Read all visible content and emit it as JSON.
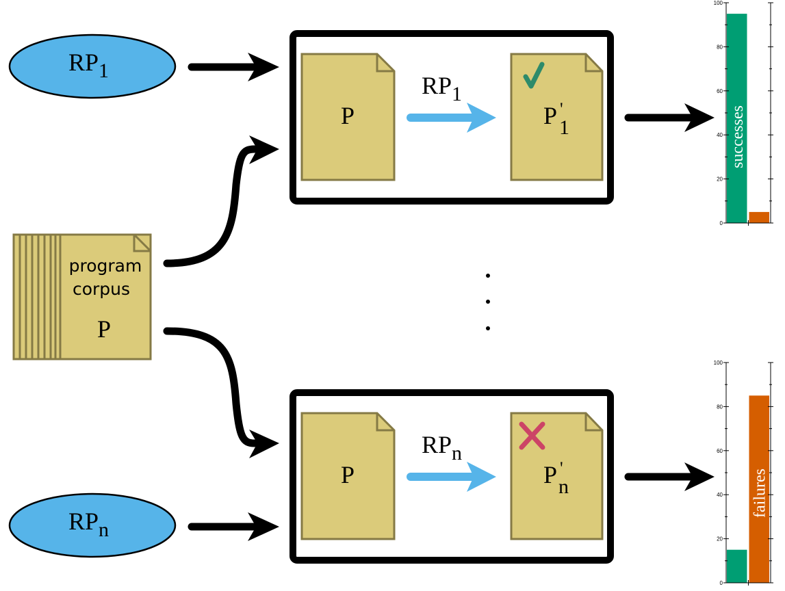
{
  "colors": {
    "ellipse_fill": "#56b4e9",
    "doc_fill": "#dbcb7a",
    "doc_stroke": "#857a45",
    "transform_arrow": "#56b4e9",
    "success": "#009e73",
    "failure": "#d55e00",
    "check": "#2e8b6a",
    "cross": "#cc4466"
  },
  "inputs": {
    "rp_top": {
      "base": "RP",
      "sub": "1"
    },
    "rp_bottom": {
      "base": "RP",
      "sub": "n"
    }
  },
  "corpus": {
    "line1": "program",
    "line2": "corpus",
    "symbol": "P"
  },
  "pipelines": [
    {
      "source_doc": "P",
      "transform": {
        "base": "RP",
        "sub": "1"
      },
      "result_doc": {
        "base": "P",
        "prime": "'",
        "sub": "1"
      },
      "status_icon": "check-icon"
    },
    {
      "source_doc": "P",
      "transform": {
        "base": "RP",
        "sub": "n"
      },
      "result_doc": {
        "base": "P",
        "prime": "'",
        "sub": "n"
      },
      "status_icon": "cross-icon"
    }
  ],
  "ellipsis": [
    "·",
    "·",
    "·"
  ],
  "chart_data": [
    {
      "type": "bar",
      "categories": [
        "successes",
        "failures"
      ],
      "values": [
        95,
        5
      ],
      "bar_labels": [
        "successes",
        ""
      ],
      "ylim": [
        0,
        100
      ],
      "yticks": [
        0,
        20,
        40,
        60,
        80,
        100
      ],
      "title": "",
      "xlabel": "",
      "ylabel": "",
      "grid": false
    },
    {
      "type": "bar",
      "categories": [
        "successes",
        "failures"
      ],
      "values": [
        15,
        85
      ],
      "bar_labels": [
        "",
        "failures"
      ],
      "ylim": [
        0,
        100
      ],
      "yticks": [
        0,
        20,
        40,
        60,
        80,
        100
      ],
      "title": "",
      "xlabel": "",
      "ylabel": "",
      "grid": false
    }
  ]
}
